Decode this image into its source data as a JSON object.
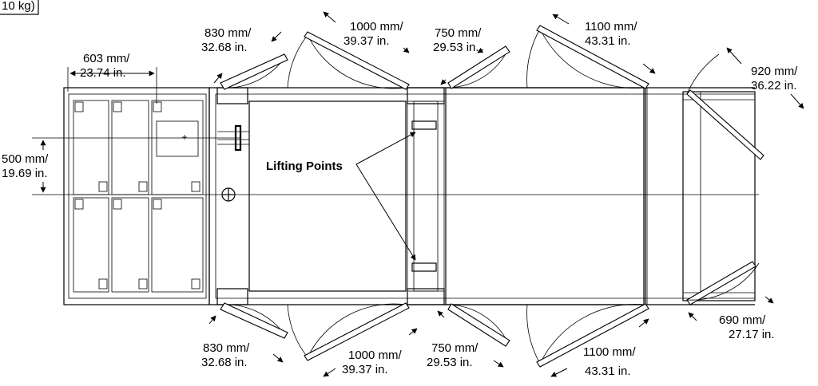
{
  "corner_note": "10 kg)",
  "dimensions": {
    "battery_width_top": [
      "603 mm/",
      "23.74 in."
    ],
    "battery_height_left": [
      "500 mm/",
      "19.69 in."
    ],
    "door_830_top": [
      "830 mm/",
      "32.68 in."
    ],
    "door_1000_top": [
      "1000 mm/",
      "39.37 in."
    ],
    "door_750_top": [
      "750 mm/",
      "29.53 in."
    ],
    "door_1100_top": [
      "1100 mm/",
      "43.31 in."
    ],
    "door_920_right": [
      "920 mm/",
      "36.22 in."
    ],
    "door_830_bottom": [
      "830 mm/",
      "32.68 in."
    ],
    "door_1000_bottom": [
      "1000 mm/",
      "39.37 in."
    ],
    "door_750_bottom": [
      "750 mm/",
      "29.53 in."
    ],
    "door_1100_bottom": [
      "1100 mm/",
      "43.31 in."
    ],
    "door_690_right": [
      "690 mm/",
      "27.17 in."
    ]
  },
  "callout": "Lifting Points"
}
